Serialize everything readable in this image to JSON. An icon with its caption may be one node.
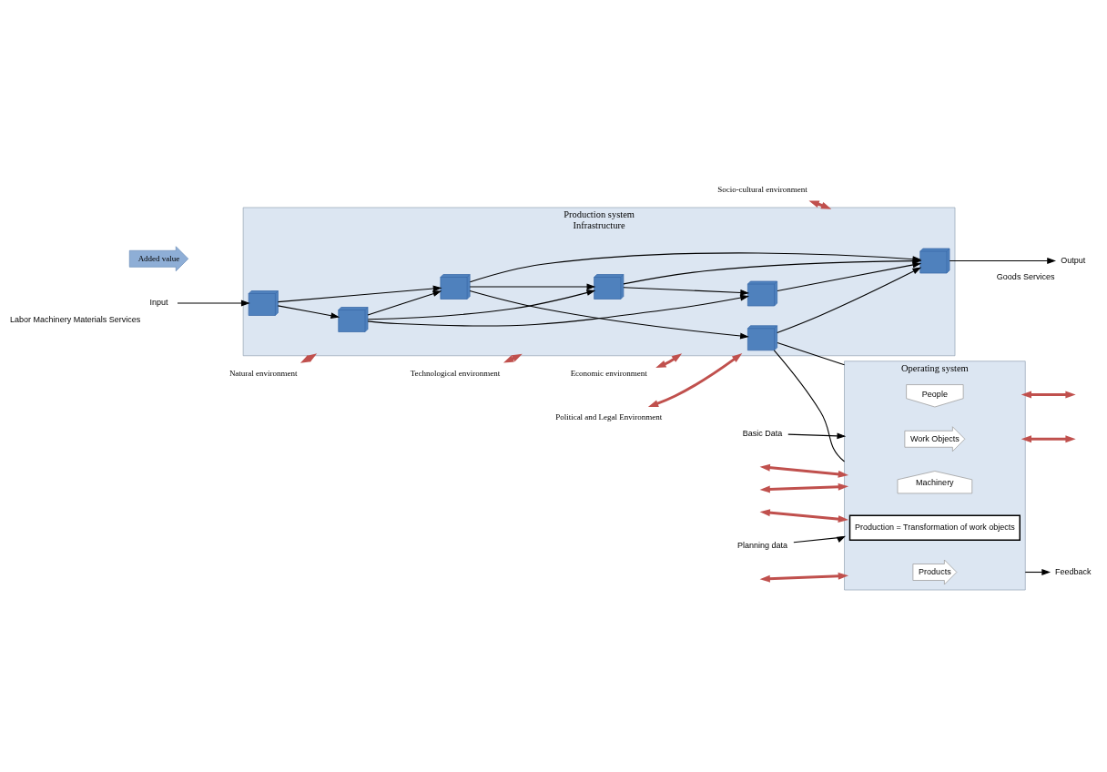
{
  "diagram": {
    "nodes": [
      {
        "text": [
          "Production system",
          "Infrastructure"
        ]
      },
      {
        "text": [],
        "shape": "box",
        "in": 0
      },
      {
        "text": [],
        "shape": "box",
        "in": 0
      },
      {
        "text": [],
        "shape": "box",
        "in": 0
      },
      {
        "text": [],
        "shape": "box",
        "in": 0
      },
      {
        "text": [],
        "shape": "box",
        "in": 0
      },
      {
        "text": [],
        "shape": "box",
        "in": 0
      },
      {
        "text": [],
        "shape": "box",
        "in": 0
      },
      {
        "text": [
          "Input"
        ],
        "beside": [
          "Labor Machinery Materials Services"
        ]
      },
      {
        "text": [
          "Output"
        ],
        "beside": [
          "Goods Services"
        ]
      },
      {
        "text": [
          "Added value"
        ]
      },
      {
        "text": [
          "Natural environment"
        ]
      },
      {
        "text": [
          "Technological environment"
        ]
      },
      {
        "text": [
          "Political and Legal Environment"
        ]
      },
      {
        "text": [
          "Economic environment"
        ]
      },
      {
        "text": [
          "Socio-cultural environment"
        ]
      },
      {
        "text": [
          "Operating system"
        ]
      },
      {
        "text": [
          "People"
        ],
        "in": 16
      },
      {
        "text": [
          "Work Objects"
        ],
        "in": 16
      },
      {
        "text": [
          "Production = Transformation of work objects"
        ],
        "in": 16
      },
      {
        "text": [
          "Products"
        ],
        "in": 16
      },
      {
        "text": [
          "Machinery"
        ],
        "in": 16
      },
      {
        "text": [
          "Basic Data"
        ]
      },
      {
        "text": [
          "Planning data"
        ]
      },
      {
        "text": [
          "Feedback"
        ]
      }
    ],
    "edges": [
      {
        "from": 8,
        "to": 1,
        "arrow": "to"
      },
      {
        "from": 1,
        "to": 2,
        "arrow": "to"
      },
      {
        "from": 1,
        "to": 3,
        "arrow": "to"
      },
      {
        "from": 3,
        "to": 2,
        "arrow": "to"
      },
      {
        "from": 2,
        "to": 5,
        "arrow": "to"
      },
      {
        "from": 2,
        "to": 4,
        "arrow": "to"
      },
      {
        "from": 2,
        "to": 7,
        "arrow": "to"
      },
      {
        "from": 3,
        "to": 4,
        "arrow": "to"
      },
      {
        "from": 3,
        "to": 6,
        "arrow": "to"
      },
      {
        "from": 4,
        "to": 7,
        "arrow": "to"
      },
      {
        "from": 4,
        "to": 6,
        "arrow": "to"
      },
      {
        "from": 5,
        "to": 7,
        "arrow": "to"
      },
      {
        "from": 6,
        "to": 7,
        "arrow": "to"
      },
      {
        "from": 7,
        "to": 9,
        "arrow": "to"
      },
      {
        "from": 5,
        "to": 16,
        "arrow": "none"
      },
      {
        "from": 5,
        "to": 16,
        "arrow": "none"
      },
      {
        "from": 11,
        "to": 0,
        "arrow": "both",
        "style": "thick",
        "color": "#c0504d"
      },
      {
        "from": 12,
        "to": 0,
        "arrow": "both",
        "style": "thick",
        "color": "#c0504d"
      },
      {
        "from": 13,
        "to": 0,
        "arrow": "both",
        "style": "thick",
        "color": "#c0504d"
      },
      {
        "from": 14,
        "to": 0,
        "arrow": "both",
        "style": "thick",
        "color": "#c0504d"
      },
      {
        "from": 15,
        "to": 0,
        "arrow": "both",
        "style": "thick",
        "color": "#c0504d"
      },
      {
        "from": 22,
        "to": 16,
        "arrow": "to"
      },
      {
        "from": 23,
        "to": 16,
        "arrow": "to"
      },
      {
        "from": 16,
        "to": 24,
        "arrow": "to"
      },
      {
        "from": null,
        "to": 16,
        "arrow": "both",
        "style": "thick",
        "color": "#c0504d"
      },
      {
        "from": 16,
        "to": null,
        "arrow": "both",
        "style": "thick",
        "color": "#c0504d"
      },
      {
        "from": 16,
        "to": null,
        "arrow": "both",
        "style": "thick",
        "color": "#c0504d"
      },
      {
        "from": null,
        "to": 16,
        "arrow": "both",
        "style": "thick",
        "color": "#c0504d"
      },
      {
        "from": null,
        "to": 16,
        "arrow": "both",
        "style": "thick",
        "color": "#c0504d"
      },
      {
        "from": null,
        "to": 16,
        "arrow": "both",
        "style": "thick",
        "color": "#c0504d"
      }
    ]
  }
}
